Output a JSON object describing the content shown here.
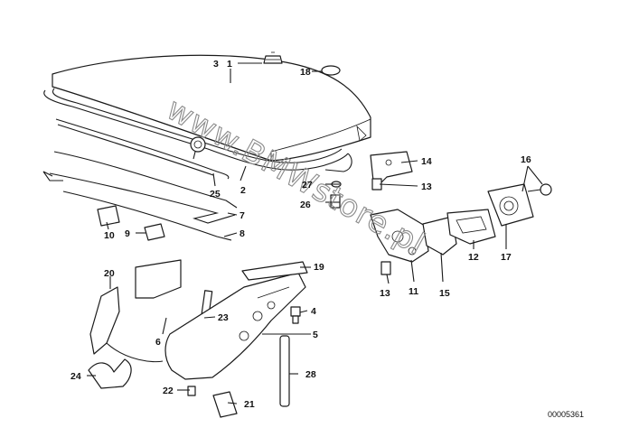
{
  "diagram": {
    "watermark": "www.BMWstore.pl",
    "catalog_number": "00005361",
    "part_labels": [
      "1",
      "2",
      "3",
      "4",
      "5",
      "6",
      "7",
      "8",
      "9",
      "10",
      "11",
      "12",
      "13",
      "13",
      "14",
      "15",
      "16",
      "17",
      "18",
      "19",
      "20",
      "21",
      "22",
      "23",
      "24",
      "25",
      "26",
      "27",
      "28"
    ]
  }
}
